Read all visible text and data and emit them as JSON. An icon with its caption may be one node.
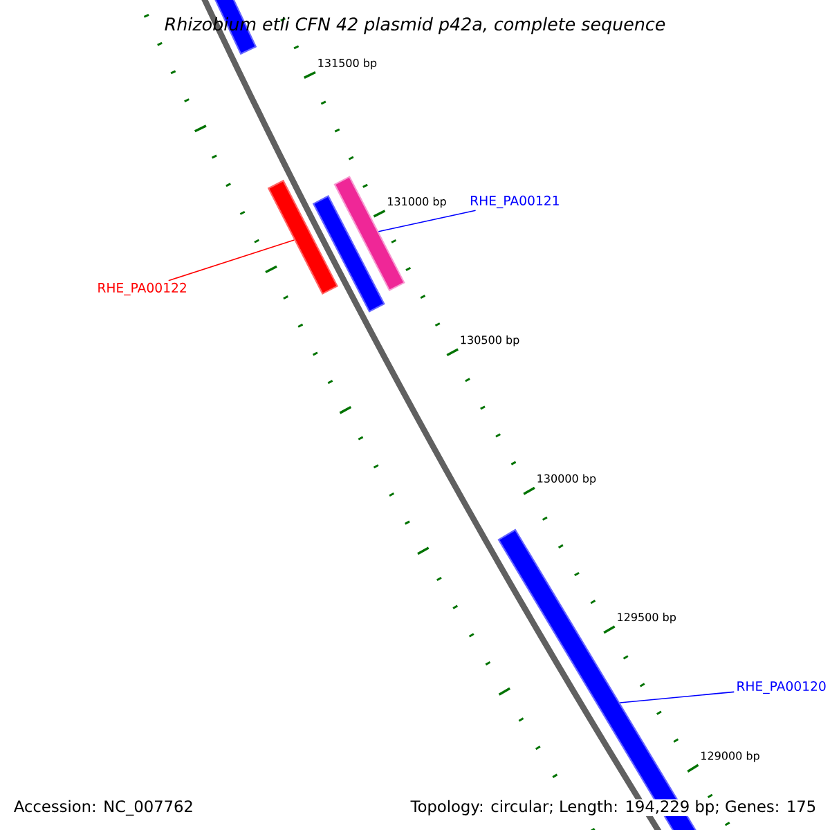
{
  "diagram": {
    "title": "Rhizobium etli CFN 42 plasmid p42a, complete sequence",
    "nodes": [
      {
        "text": [
          "RHE_PA00121"
        ]
      },
      {
        "text": [
          "RHE_PA00122"
        ]
      },
      {
        "text": [
          "RHE_PA00120"
        ]
      },
      {
        "text": [],
        "shape": "bar"
      },
      {
        "text": [],
        "shape": "bar"
      },
      {
        "text": [],
        "shape": "bar"
      },
      {
        "text": [],
        "shape": "bar"
      },
      {
        "text": [],
        "shape": "bar"
      }
    ],
    "edges": [
      {
        "from": 0,
        "to": 6,
        "arrow": "none",
        "color": "#0000ff"
      },
      {
        "from": 1,
        "to": 4,
        "arrow": "none",
        "color": "#ff0000"
      },
      {
        "from": 2,
        "to": 7,
        "arrow": "none",
        "color": "#0000ff"
      }
    ],
    "labels": [
      "131500 bp",
      "131000 bp",
      "130500 bp",
      "130000 bp",
      "129500 bp",
      "129000 bp",
      "Accession: NC_007762",
      "Topology: circular; Length: 194,229 bp; Genes: 175"
    ]
  }
}
